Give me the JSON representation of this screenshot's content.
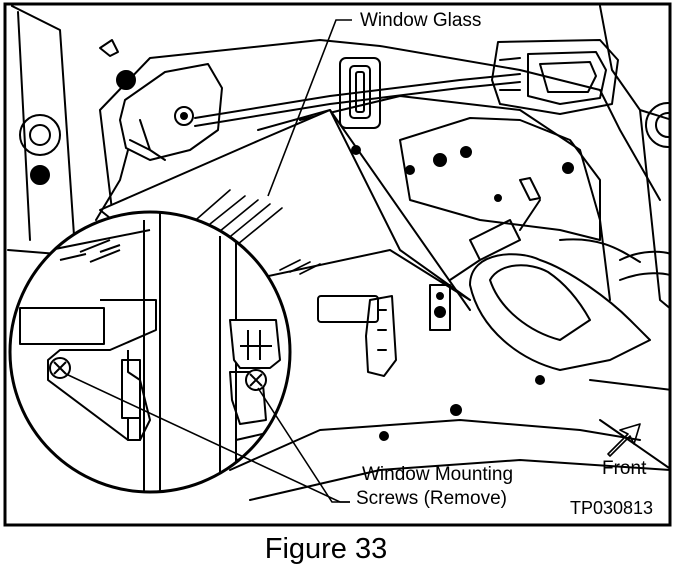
{
  "callouts": {
    "window_glass": "Window Glass",
    "screws_line1": "Window Mounting",
    "screws_line2": "Screws (Remove)",
    "front": "Front"
  },
  "figure_code": "TP030813",
  "caption": "Figure 33"
}
